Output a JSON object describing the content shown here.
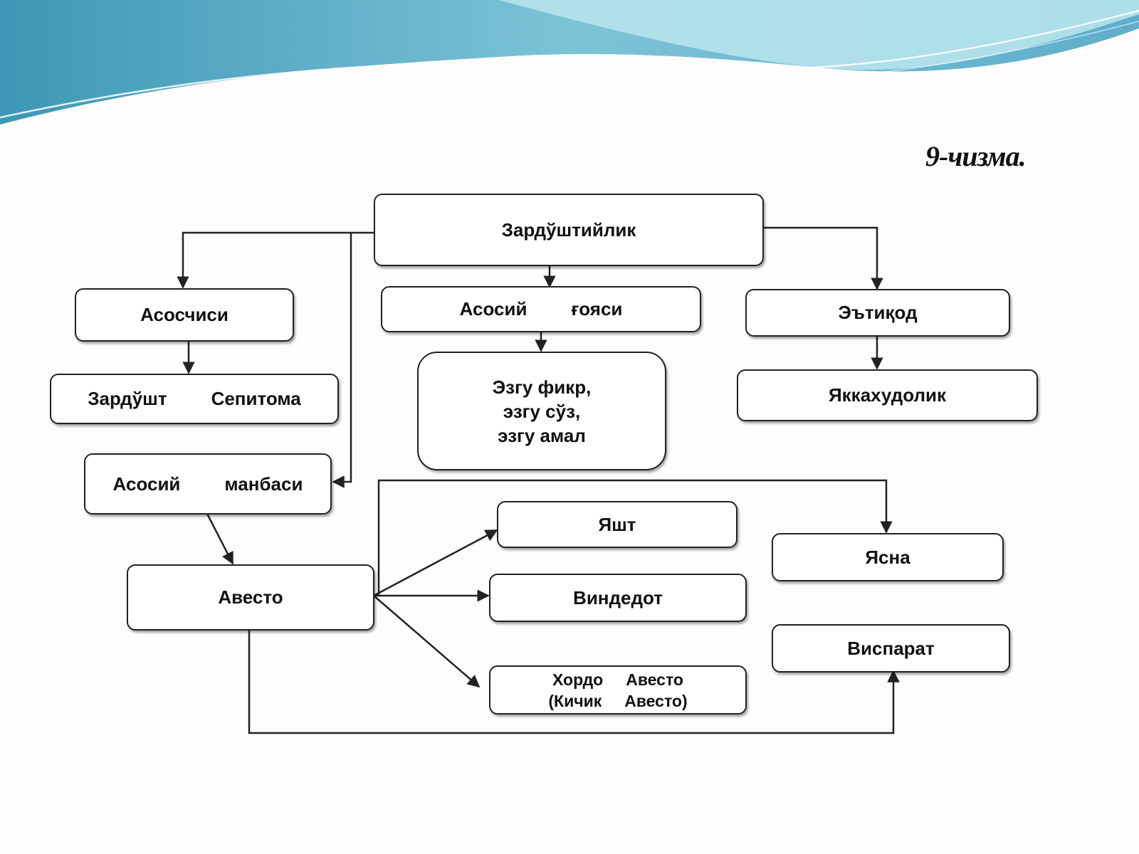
{
  "figure_label": "9-чизма.",
  "nodes": {
    "root": "Зардўштийлик",
    "founder": "Асосчиси",
    "founder_names": [
      "Зардўшт",
      "Сепитома"
    ],
    "main_idea": [
      "Асосий",
      "ғояси"
    ],
    "ethics": [
      "Эзгу фикр,",
      "эзгу сўз,",
      "эзгу амал"
    ],
    "belief": "Эътиқод",
    "monotheism": "Яккахудолик",
    "main_source": [
      "Асосий",
      "манбаси"
    ],
    "avesta": "Авесто",
    "yasht": "Яшт",
    "vendidad": "Виндедот",
    "khordeh": [
      "Хордо",
      "Авесто",
      "(Кичик",
      "Авесто)"
    ],
    "yasna": "Ясна",
    "visparad": "Виспарат"
  },
  "colors": {
    "wave_dark": "#4fa3c0",
    "wave_light": "#a8dbe6",
    "line": "#222222"
  }
}
